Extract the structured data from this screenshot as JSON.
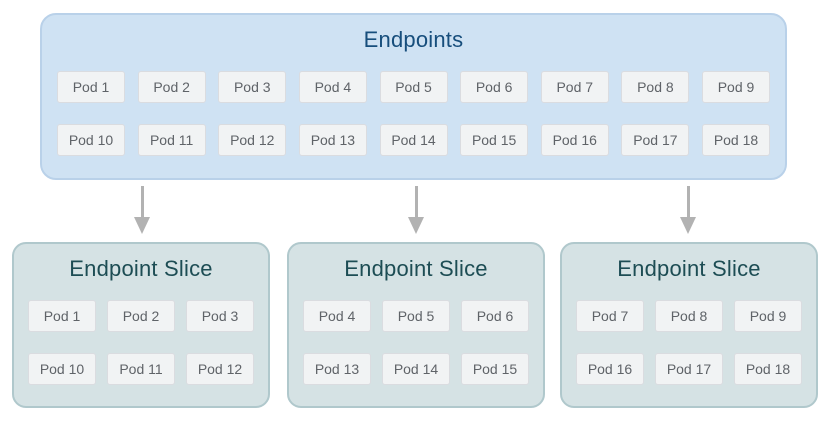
{
  "diagram": {
    "endpoints": {
      "title": "Endpoints",
      "pods": [
        "Pod 1",
        "Pod 2",
        "Pod 3",
        "Pod 4",
        "Pod 5",
        "Pod 6",
        "Pod 7",
        "Pod 8",
        "Pod 9",
        "Pod 10",
        "Pod 11",
        "Pod 12",
        "Pod 13",
        "Pod 14",
        "Pod 15",
        "Pod 16",
        "Pod 17",
        "Pod 18"
      ]
    },
    "slices": [
      {
        "title": "Endpoint Slice",
        "pods": [
          "Pod 1",
          "Pod 2",
          "Pod 3",
          "Pod 10",
          "Pod 11",
          "Pod 12"
        ]
      },
      {
        "title": "Endpoint Slice",
        "pods": [
          "Pod 4",
          "Pod 5",
          "Pod 6",
          "Pod 13",
          "Pod 14",
          "Pod 15"
        ]
      },
      {
        "title": "Endpoint Slice",
        "pods": [
          "Pod 7",
          "Pod 8",
          "Pod 9",
          "Pod 16",
          "Pod 17",
          "Pod 18"
        ]
      }
    ]
  },
  "colors": {
    "endpoints_fill": "#cfe2f3",
    "endpoints_border": "#b9d1e9",
    "endpoints_title": "#174e7c",
    "slice_fill": "#d5e2e4",
    "slice_border": "#b0c8cc",
    "slice_title": "#1d4d54",
    "pod_fill": "#f1f3f4",
    "pod_border": "#dadce0",
    "pod_text": "#5f6368",
    "arrow": "#b2b2b2"
  }
}
